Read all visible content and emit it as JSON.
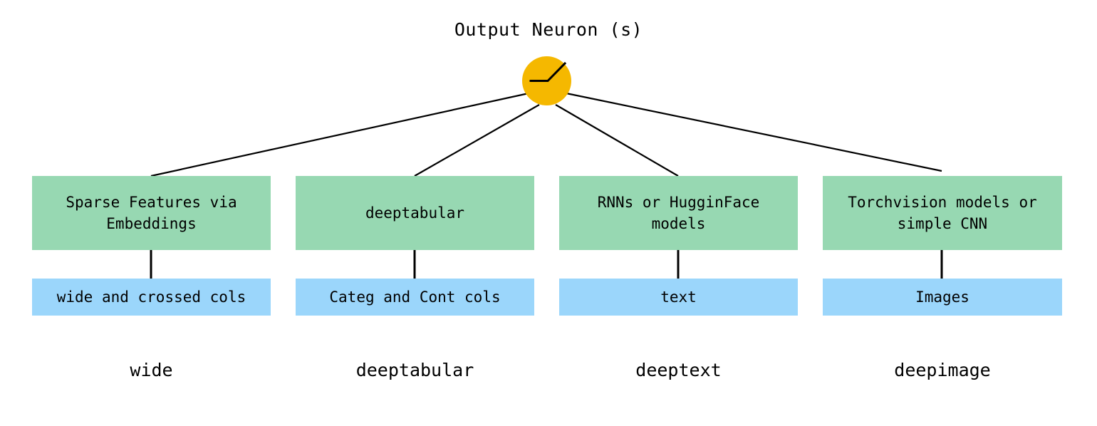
{
  "diagram": {
    "title": "Output Neuron (s)",
    "neuron": {
      "icon": "relu-activation-neuron",
      "fill_color": "#F5B800",
      "stroke_color": "#000000"
    },
    "colors": {
      "model_box": "#97D8B2",
      "data_box": "#9BD6FB",
      "edge": "#000000",
      "background": "#FFFFFF",
      "text": "#000000"
    },
    "columns": [
      {
        "model": "Sparse Features via\nEmbeddings",
        "data": "wide and crossed cols",
        "component": "wide"
      },
      {
        "model": "deeptabular",
        "data": "Categ and Cont cols",
        "component": "deeptabular"
      },
      {
        "model": "RNNs or HugginFace\nmodels",
        "data": "text",
        "component": "deeptext"
      },
      {
        "model": "Torchvision models or\nsimple CNN",
        "data": "Images",
        "component": "deepimage"
      }
    ]
  }
}
